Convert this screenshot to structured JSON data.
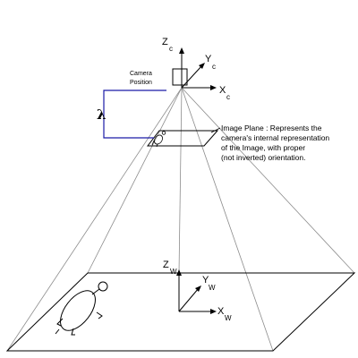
{
  "camera": {
    "label_line1": "Camera",
    "label_line2": "Position",
    "axis_z": "Z",
    "axis_z_sub": "c",
    "axis_y": "Y",
    "axis_y_sub": "c",
    "axis_x": "X",
    "axis_x_sub": "c"
  },
  "lambda": "λ",
  "image_plane_note": {
    "line1": "Image Plane : Represents the",
    "line2": "camera's internal representation",
    "line3": "of the Image, with proper",
    "line4": "(not inverted) orientation."
  },
  "world": {
    "axis_z": "Z",
    "axis_z_sub": "W",
    "axis_y": "Y",
    "axis_y_sub": "W",
    "axis_x": "X",
    "axis_x_sub": "W"
  },
  "colors": {
    "ink": "#000000",
    "projection_lines": "#8c8c8c",
    "lambda_bracket": "#1a1aa6"
  }
}
